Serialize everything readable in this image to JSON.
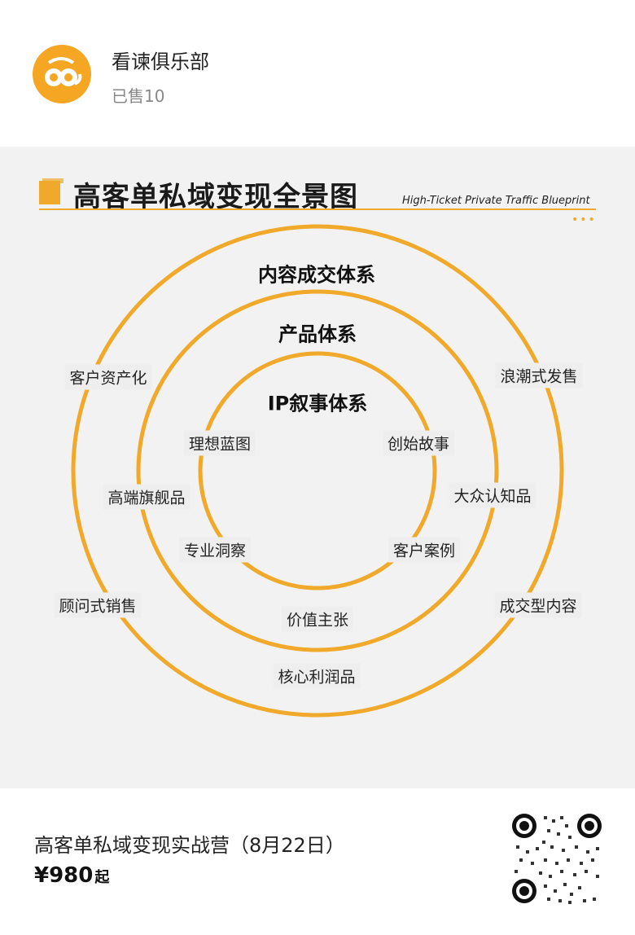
{
  "header": {
    "shop_name": "看谏俱乐部",
    "sold_text": "已售10"
  },
  "poster": {
    "title": "高客单私域变现全景图",
    "subtitle": "High-Ticket Private Traffic Blueprint",
    "accent_color": "#f0a92b",
    "rings": {
      "outer": {
        "title": "内容成交体系",
        "items": [
          "客户资产化",
          "浪潮式发售",
          "顾问式销售",
          "成交型内容"
        ]
      },
      "middle": {
        "title": "产品体系",
        "items": [
          "高端旗舰品",
          "大众认知品",
          "核心利润品"
        ]
      },
      "inner": {
        "title": "IP叙事体系",
        "items": [
          "理想蓝图",
          "创始故事",
          "专业洞察",
          "客户案例",
          "价值主张"
        ]
      }
    }
  },
  "footer": {
    "product_title": "高客单私域变现实战营（8月22日）",
    "price": "¥980",
    "price_suffix": "起"
  }
}
